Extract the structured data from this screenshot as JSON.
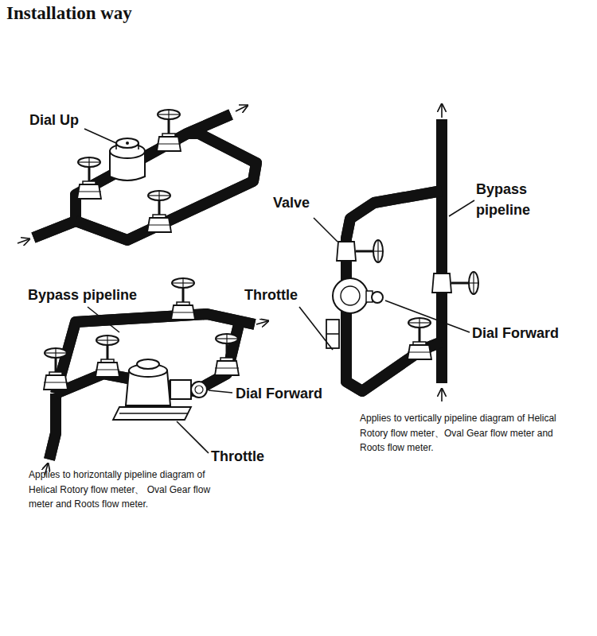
{
  "diagram": {
    "title": "Installation way",
    "labels": [
      "Dial Up",
      "Valve",
      "Bypass pipeline",
      "Bypass pipeline",
      "Throttle",
      "Dial Forward",
      "Dial Forward",
      "Throttle",
      "Applies to horizontally pipeline diagram of Helical Rotory flow meter、 Oval Gear flow meter and Roots flow meter.",
      "Applies to vertically pipeline diagram of Helical Rotory flow meter、Oval Gear flow meter and Roots flow meter."
    ]
  }
}
